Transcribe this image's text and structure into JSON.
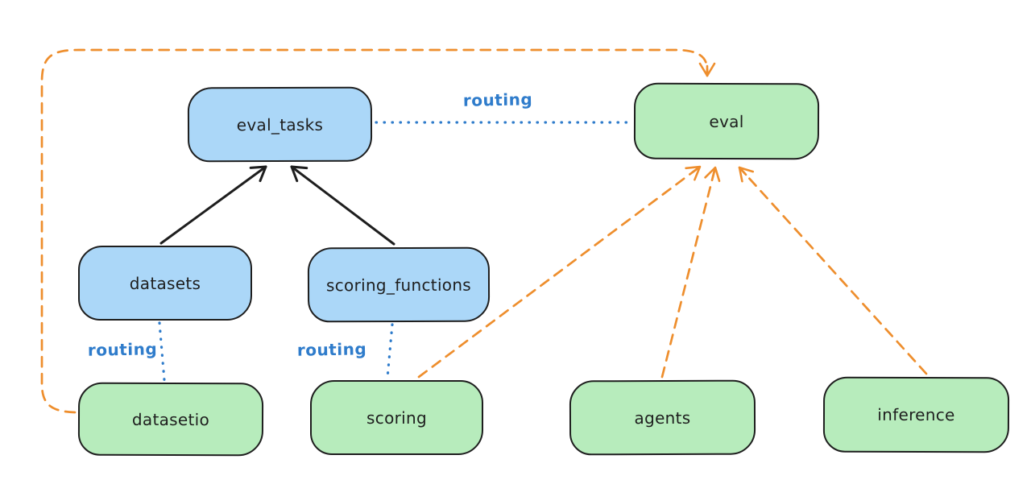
{
  "canvas": {
    "background": "#ffffff"
  },
  "nodes": [
    {
      "id": "eval_tasks",
      "label": "eval_tasks",
      "color": "blue"
    },
    {
      "id": "eval",
      "label": "eval",
      "color": "green"
    },
    {
      "id": "datasets",
      "label": "datasets",
      "color": "blue"
    },
    {
      "id": "scoring_functions",
      "label": "scoring_functions",
      "color": "blue"
    },
    {
      "id": "datasetio",
      "label": "datasetio",
      "color": "green"
    },
    {
      "id": "scoring",
      "label": "scoring",
      "color": "green"
    },
    {
      "id": "agents",
      "label": "agents",
      "color": "green"
    },
    {
      "id": "inference",
      "label": "inference",
      "color": "green"
    }
  ],
  "edges": [
    {
      "from": "datasets",
      "to": "eval_tasks",
      "style": "solid-arrow",
      "color": "black",
      "label": ""
    },
    {
      "from": "scoring_functions",
      "to": "eval_tasks",
      "style": "solid-arrow",
      "color": "black",
      "label": ""
    },
    {
      "from": "eval_tasks",
      "to": "eval",
      "style": "dotted",
      "color": "blue",
      "label": "routing"
    },
    {
      "from": "datasets",
      "to": "datasetio",
      "style": "dotted",
      "color": "blue",
      "label": "routing"
    },
    {
      "from": "scoring_functions",
      "to": "scoring",
      "style": "dotted",
      "color": "blue",
      "label": "routing"
    },
    {
      "from": "datasetio",
      "to": "eval",
      "style": "dashed-arrow",
      "color": "orange",
      "label": ""
    },
    {
      "from": "scoring",
      "to": "eval",
      "style": "dashed-arrow",
      "color": "orange",
      "label": ""
    },
    {
      "from": "agents",
      "to": "eval",
      "style": "dashed-arrow",
      "color": "orange",
      "label": ""
    },
    {
      "from": "inference",
      "to": "eval",
      "style": "dashed-arrow",
      "color": "orange",
      "label": ""
    }
  ],
  "colors": {
    "node_blue_fill": "#abd7f8",
    "node_green_fill": "#b7ecbc",
    "node_stroke": "#1e1e1e",
    "routing_blue": "#2f7ccb",
    "provider_orange": "#ee8e2d",
    "background": "#ffffff"
  }
}
